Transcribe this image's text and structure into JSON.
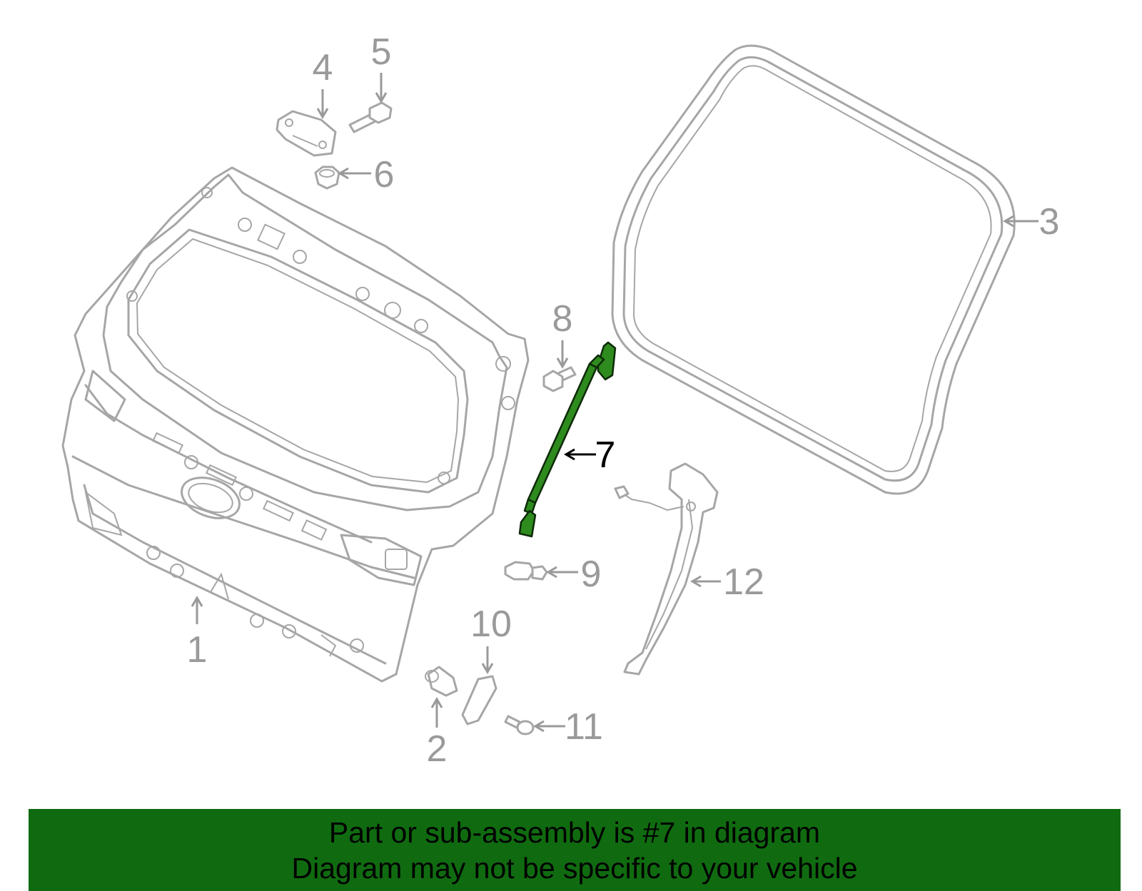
{
  "diagram": {
    "callouts": {
      "c1": "1",
      "c2": "2",
      "c3": "3",
      "c4": "4",
      "c5": "5",
      "c6": "6",
      "c7": "7",
      "c8": "8",
      "c9": "9",
      "c10": "10",
      "c11": "11",
      "c12": "12"
    },
    "highlighted_part": "7",
    "highlight_color": "#2e8b1e",
    "part_color": "#a6a6a6"
  },
  "banner": {
    "line1": "Part or sub-assembly is #7 in diagram",
    "line2": "Diagram may not be specific to your vehicle",
    "background": "#106b10"
  }
}
